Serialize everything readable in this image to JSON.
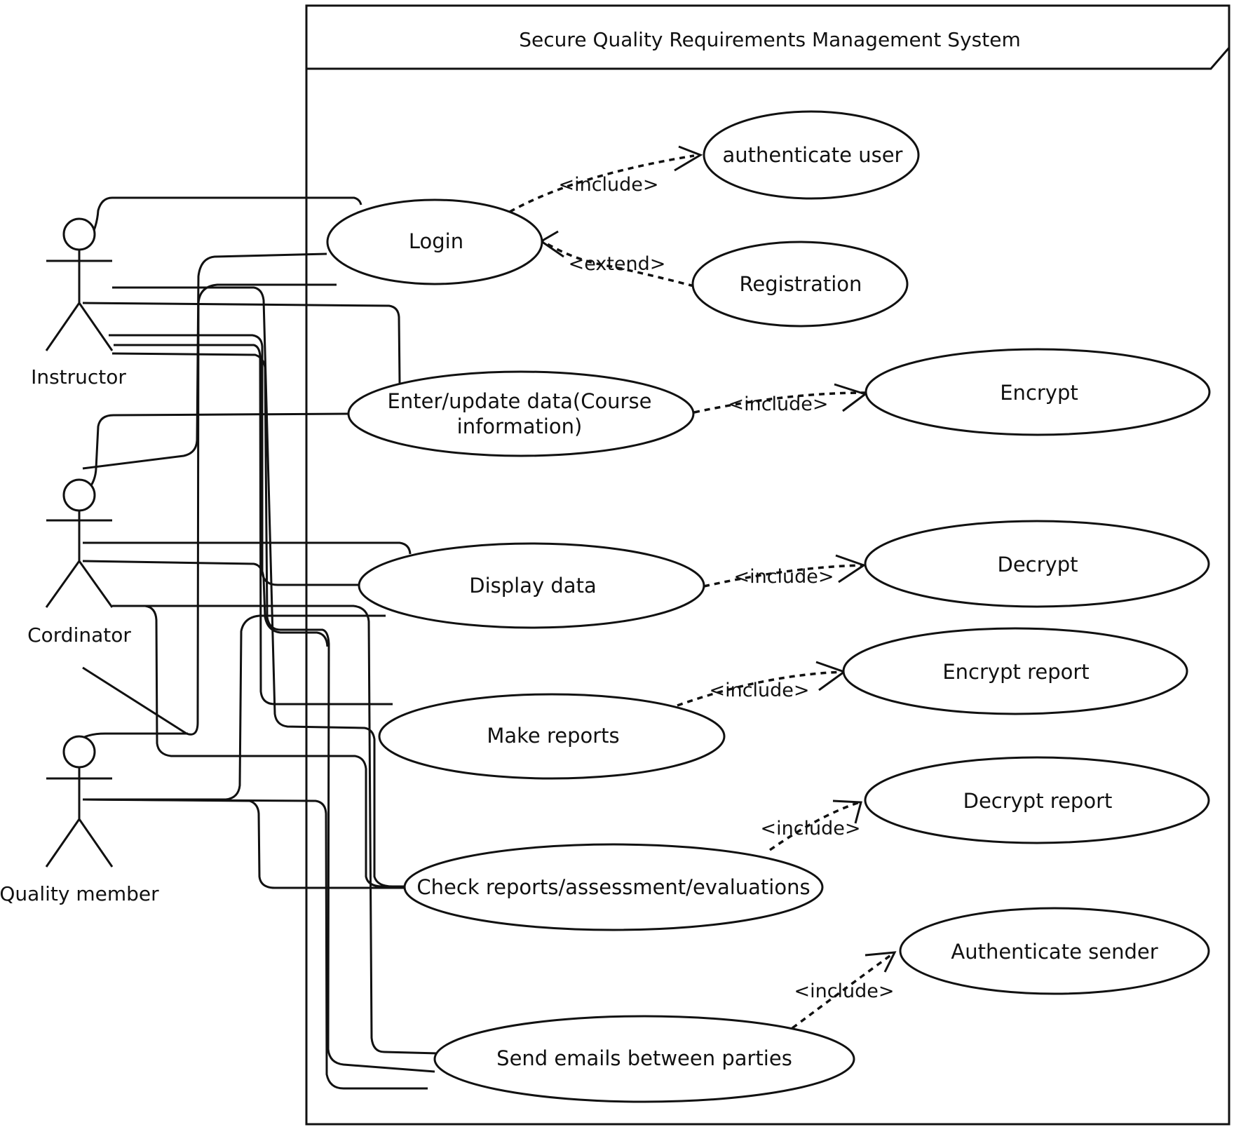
{
  "system": {
    "title": "Secure Quality Requirements Management System"
  },
  "actors": {
    "instructor": "Instructor",
    "coordinator": "Cordinator",
    "quality_member": "Quality member"
  },
  "use_cases": {
    "login": "Login",
    "authenticate_user": "authenticate user",
    "registration": "Registration",
    "enter_update_line1": "Enter/update data(Course",
    "enter_update_line2": "information)",
    "encrypt": "Encrypt",
    "display_data": "Display data",
    "decrypt": "Decrypt",
    "make_reports": "Make reports",
    "encrypt_report": "Encrypt report",
    "check_reports": "Check reports/assessment/evaluations",
    "decrypt_report": "Decrypt report",
    "send_emails": "Send emails between parties",
    "authenticate_sender": "Authenticate sender"
  },
  "relations": {
    "include": "<include>",
    "extend": "<extend>"
  }
}
